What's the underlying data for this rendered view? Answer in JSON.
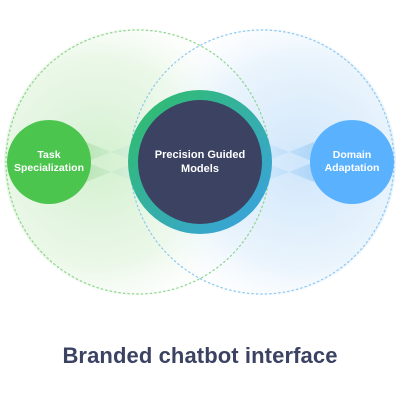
{
  "diagram": {
    "nodes": {
      "left": {
        "lines": [
          "Task",
          "Specialization"
        ]
      },
      "center": {
        "lines": [
          "Precision Guided",
          "Models"
        ]
      },
      "right": {
        "lines": [
          "Domain",
          "Adaptation"
        ]
      }
    },
    "colors": {
      "left_node": "#4cc54f",
      "right_node": "#5ab2ff",
      "center_fill": "#3b4262",
      "center_ring_start": "#2fbf63",
      "center_ring_end": "#3aa0e8",
      "left_halo": "#d9f2d6",
      "right_halo": "#d7ebfb",
      "left_dots": "#8fd48c",
      "right_dots": "#8cc8ef"
    }
  },
  "caption": "Branded chatbot interface"
}
